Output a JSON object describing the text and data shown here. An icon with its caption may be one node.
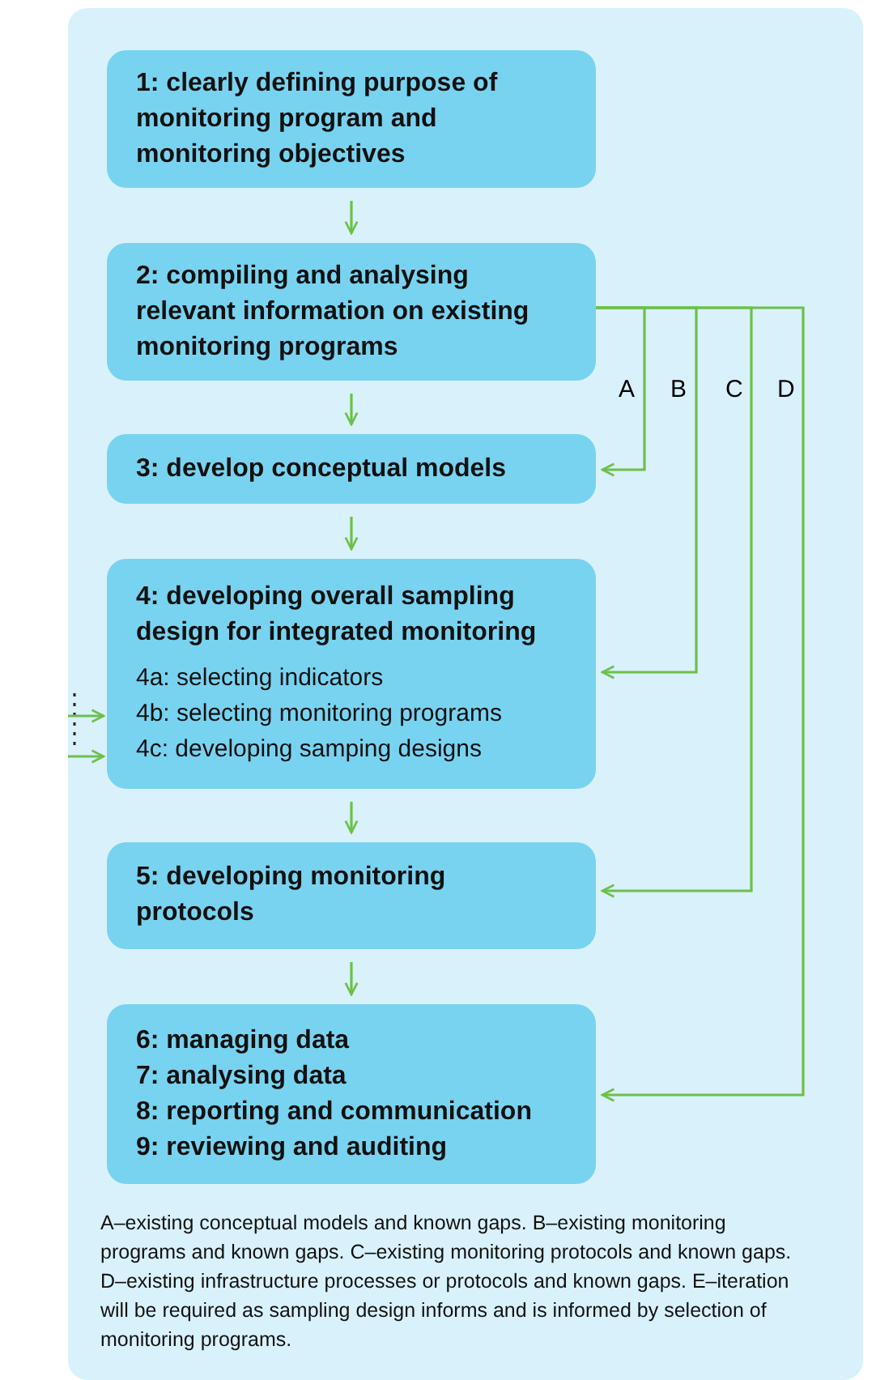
{
  "diagram": {
    "nodes": [
      {
        "text": [
          "1: clearly defining purpose of monitoring program and monitoring objectives"
        ]
      },
      {
        "text": [
          "2: compiling and analysing relevant information on existing monitoring programs"
        ]
      },
      {
        "text": [
          "3: develop conceptual models"
        ]
      },
      {
        "text": [
          "4: developing overall sampling design for integrated monitoring",
          "4a: selecting indicators",
          "4b: selecting monitoring programs",
          "4c: developing samping designs"
        ]
      },
      {
        "text": [
          "5: developing monitoring protocols"
        ]
      },
      {
        "text": [
          "6: managing data",
          "7: analysing data",
          "8: reporting and communication",
          "9: reviewing and auditing"
        ]
      }
    ],
    "edges": [
      {
        "from": 0,
        "to": 1,
        "arrow": "to"
      },
      {
        "from": 1,
        "to": 2,
        "arrow": "to"
      },
      {
        "from": 2,
        "to": 3,
        "arrow": "to"
      },
      {
        "from": 3,
        "to": 4,
        "arrow": "to"
      },
      {
        "from": 4,
        "to": 5,
        "arrow": "to"
      },
      {
        "from": 1,
        "to": 2,
        "arrow": "to",
        "label": "A"
      },
      {
        "from": 1,
        "to": 3,
        "arrow": "to",
        "label": "B"
      },
      {
        "from": 1,
        "to": 4,
        "arrow": "to",
        "label": "C"
      },
      {
        "from": 1,
        "to": 5,
        "arrow": "to",
        "label": "D"
      },
      {
        "from": null,
        "to": 3,
        "arrow": "to"
      },
      {
        "from": null,
        "to": 3,
        "arrow": "to"
      }
    ],
    "caption": "A–existing conceptual models and known gaps. B–existing monitoring programs and known gaps. C–existing monitoring protocols and known gaps. D–existing infrastructure processes or protocols and known gaps. E–iteration will be required as sampling design informs and is informed by selection of monitoring programs."
  }
}
